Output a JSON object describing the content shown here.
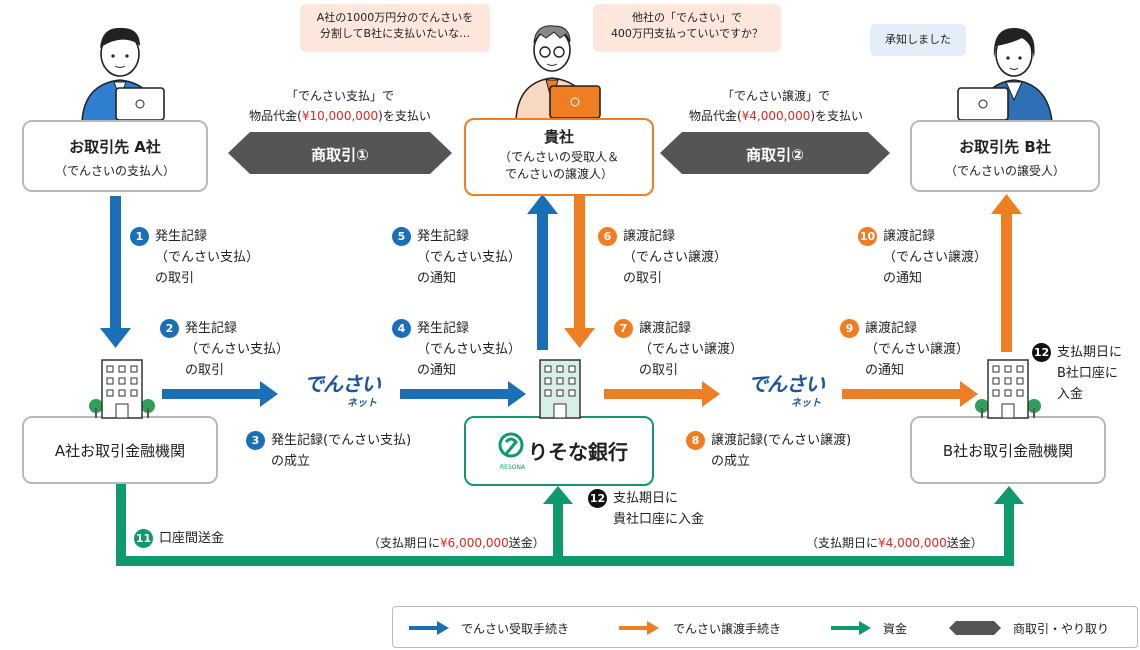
{
  "speech": {
    "you": [
      "A社の1000万円分のでんさいを",
      "分割してB社に支払いたいな…"
    ],
    "you_q": [
      "他社の「でんさい」で",
      "400万円支払っていいですか？"
    ],
    "b": "承知しました"
  },
  "entities": {
    "a": {
      "title": "お取引先 A社",
      "sub": "（でんさいの支払人）"
    },
    "you": {
      "title": "貴社",
      "sub1": "（でんさいの受取人＆",
      "sub2": "でんさいの譲渡人）"
    },
    "b": {
      "title": "お取引先 B社",
      "sub": "（でんさいの譲受人）"
    },
    "a_bank": "A社お取引金融機関",
    "resona": "りそな銀行",
    "resona_sub": "RESONA",
    "b_bank": "B社お取引金融機関",
    "densai": "でんさい",
    "densai_sub": "ネット"
  },
  "deals": {
    "d1": {
      "line1": "「でんさい支払」で",
      "pre": "物品代金(",
      "amount": "¥10,000,000",
      "post": ")を支払い",
      "label": "商取引①"
    },
    "d2": {
      "line1": "「でんさい譲渡」で",
      "pre": "物品代金(",
      "amount": "¥4,000,000",
      "post": ")を支払い",
      "label": "商取引②"
    }
  },
  "steps": {
    "s1": {
      "n": "1",
      "l1": "発生記録",
      "l2": "（でんさい支払）",
      "l3": "の取引"
    },
    "s2": {
      "n": "2",
      "l1": "発生記録",
      "l2": "（でんさい支払）",
      "l3": "の取引"
    },
    "s3": {
      "n": "3",
      "l1": "発生記録(でんさい支払)",
      "l2": "の成立"
    },
    "s4": {
      "n": "4",
      "l1": "発生記録",
      "l2": "（でんさい支払）",
      "l3": "の通知"
    },
    "s5": {
      "n": "5",
      "l1": "発生記録",
      "l2": "（でんさい支払）",
      "l3": "の通知"
    },
    "s6": {
      "n": "6",
      "l1": "譲渡記録",
      "l2": "（でんさい譲渡）",
      "l3": "の取引"
    },
    "s7": {
      "n": "7",
      "l1": "譲渡記録",
      "l2": "（でんさい譲渡）",
      "l3": "の取引"
    },
    "s8": {
      "n": "8",
      "l1": "譲渡記録(でんさい譲渡)",
      "l2": "の成立"
    },
    "s9": {
      "n": "9",
      "l1": "譲渡記録",
      "l2": "（でんさい譲渡）",
      "l3": "の通知"
    },
    "s10": {
      "n": "10",
      "l1": "譲渡記録",
      "l2": "（でんさい譲渡）",
      "l3": "の通知"
    },
    "s11": {
      "n": "11",
      "l1": "口座間送金"
    },
    "s12a": {
      "n": "12",
      "l1": "支払期日に",
      "l2": "B社口座に",
      "l3": "入金"
    },
    "s12b": {
      "n": "12",
      "l1": "支払期日に",
      "l2": "貴社口座に入金"
    }
  },
  "transfers": {
    "t1": {
      "pre": "（支払期日に",
      "amount": "¥6,000,000",
      "post": "送金）"
    },
    "t2": {
      "pre": "（支払期日に",
      "amount": "¥4,000,000",
      "post": "送金）"
    }
  },
  "legend": {
    "receive": "でんさい受取手続き",
    "transfer": "でんさい譲渡手続き",
    "funds": "資金",
    "trade": "商取引・やり取り"
  },
  "colors": {
    "blue": "#1b6fb6",
    "orange": "#ef7d22",
    "green": "#0f9a6e",
    "gray": "#555555",
    "red": "#e0281b"
  }
}
